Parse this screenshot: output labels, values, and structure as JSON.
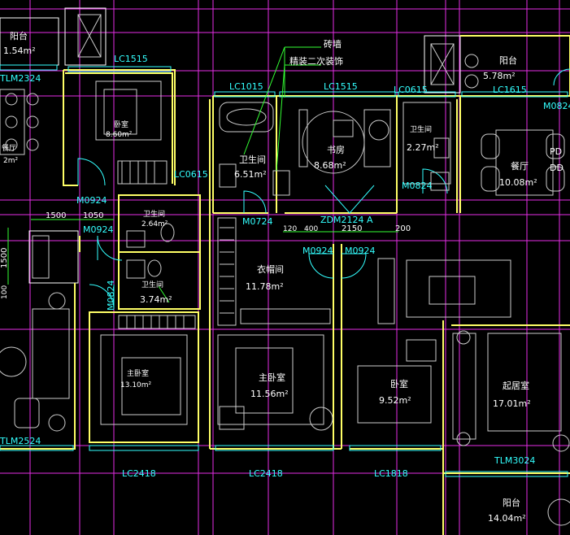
{
  "colors": {
    "background": "#000000",
    "grid": "#ff33ff",
    "wall": "#ffff66",
    "window": "#33ffff",
    "furniture": "#cccccc",
    "door": "#33ffff",
    "accent_green": "#33ff33",
    "text": "#ffffff"
  },
  "annotations": {
    "brick_wall": "砖墙",
    "fine_finish": "精装二次装饰"
  },
  "rooms": {
    "balcony_top_left": {
      "name": "阳台",
      "area": "1.54m²"
    },
    "room_top_mid": {
      "name": "卧室",
      "area": "8.60m²"
    },
    "dining_left": {
      "name": "餐厅",
      "area": "2m²"
    },
    "bathroom_main": {
      "name": "卫生间",
      "area": "6.51m²"
    },
    "study": {
      "name": "书房",
      "area": "8.68m²"
    },
    "bathroom_right": {
      "name": "卫生间",
      "area": "2.27m²"
    },
    "balcony_top_right": {
      "name": "阳台",
      "area": "5.78m²"
    },
    "dining_right": {
      "name": "餐厅",
      "area": "10.08m²"
    },
    "bathroom_small1": {
      "name": "卫生间",
      "area": "2.64m²"
    },
    "bathroom_small2": {
      "name": "卫生间",
      "area": "3.74m²"
    },
    "cloakroom": {
      "name": "衣帽间",
      "area": "11.78m²"
    },
    "master_bedroom_left": {
      "name": "主卧室",
      "area": "13.10m²"
    },
    "master_bedroom": {
      "name": "主卧室",
      "area": "11.56m²"
    },
    "bedroom": {
      "name": "卧室",
      "area": "9.52m²"
    },
    "living_room": {
      "name": "起居室",
      "area": "17.01m²"
    },
    "balcony_bottom_right": {
      "name": "阳台",
      "area": "14.04m²"
    }
  },
  "codes": {
    "lc1515_a": "LC1515",
    "lc1515_b": "LC1515",
    "lc1015": "LC1015",
    "lc0615_a": "LC0615",
    "lc0615_b": "LC0615",
    "lc1615": "LC1615",
    "m0824_top": "M0824",
    "m0824_left": "M0824",
    "m0824_right": "M0824",
    "m0924_a": "M0924",
    "m0924_b": "M0924",
    "m0924_c": "M0924",
    "m0924_d": "M0924",
    "m0724": "M0724",
    "zdm2124": "ZDM2124 A",
    "tlm2324": "TLM2324",
    "tlm2524": "TLM2524",
    "tlm3024": "TLM3024",
    "lc2418_a": "LC2418",
    "lc2418_b": "LC2418",
    "lc1818": "LC1818",
    "pd": "PD",
    "dd": "DD"
  },
  "dimensions": {
    "d1500_h": "1500",
    "d1050": "1050",
    "d1500_v": "1500",
    "d400": "400",
    "d120": "120",
    "d2150": "2150",
    "d200": "200",
    "d100": "100"
  }
}
